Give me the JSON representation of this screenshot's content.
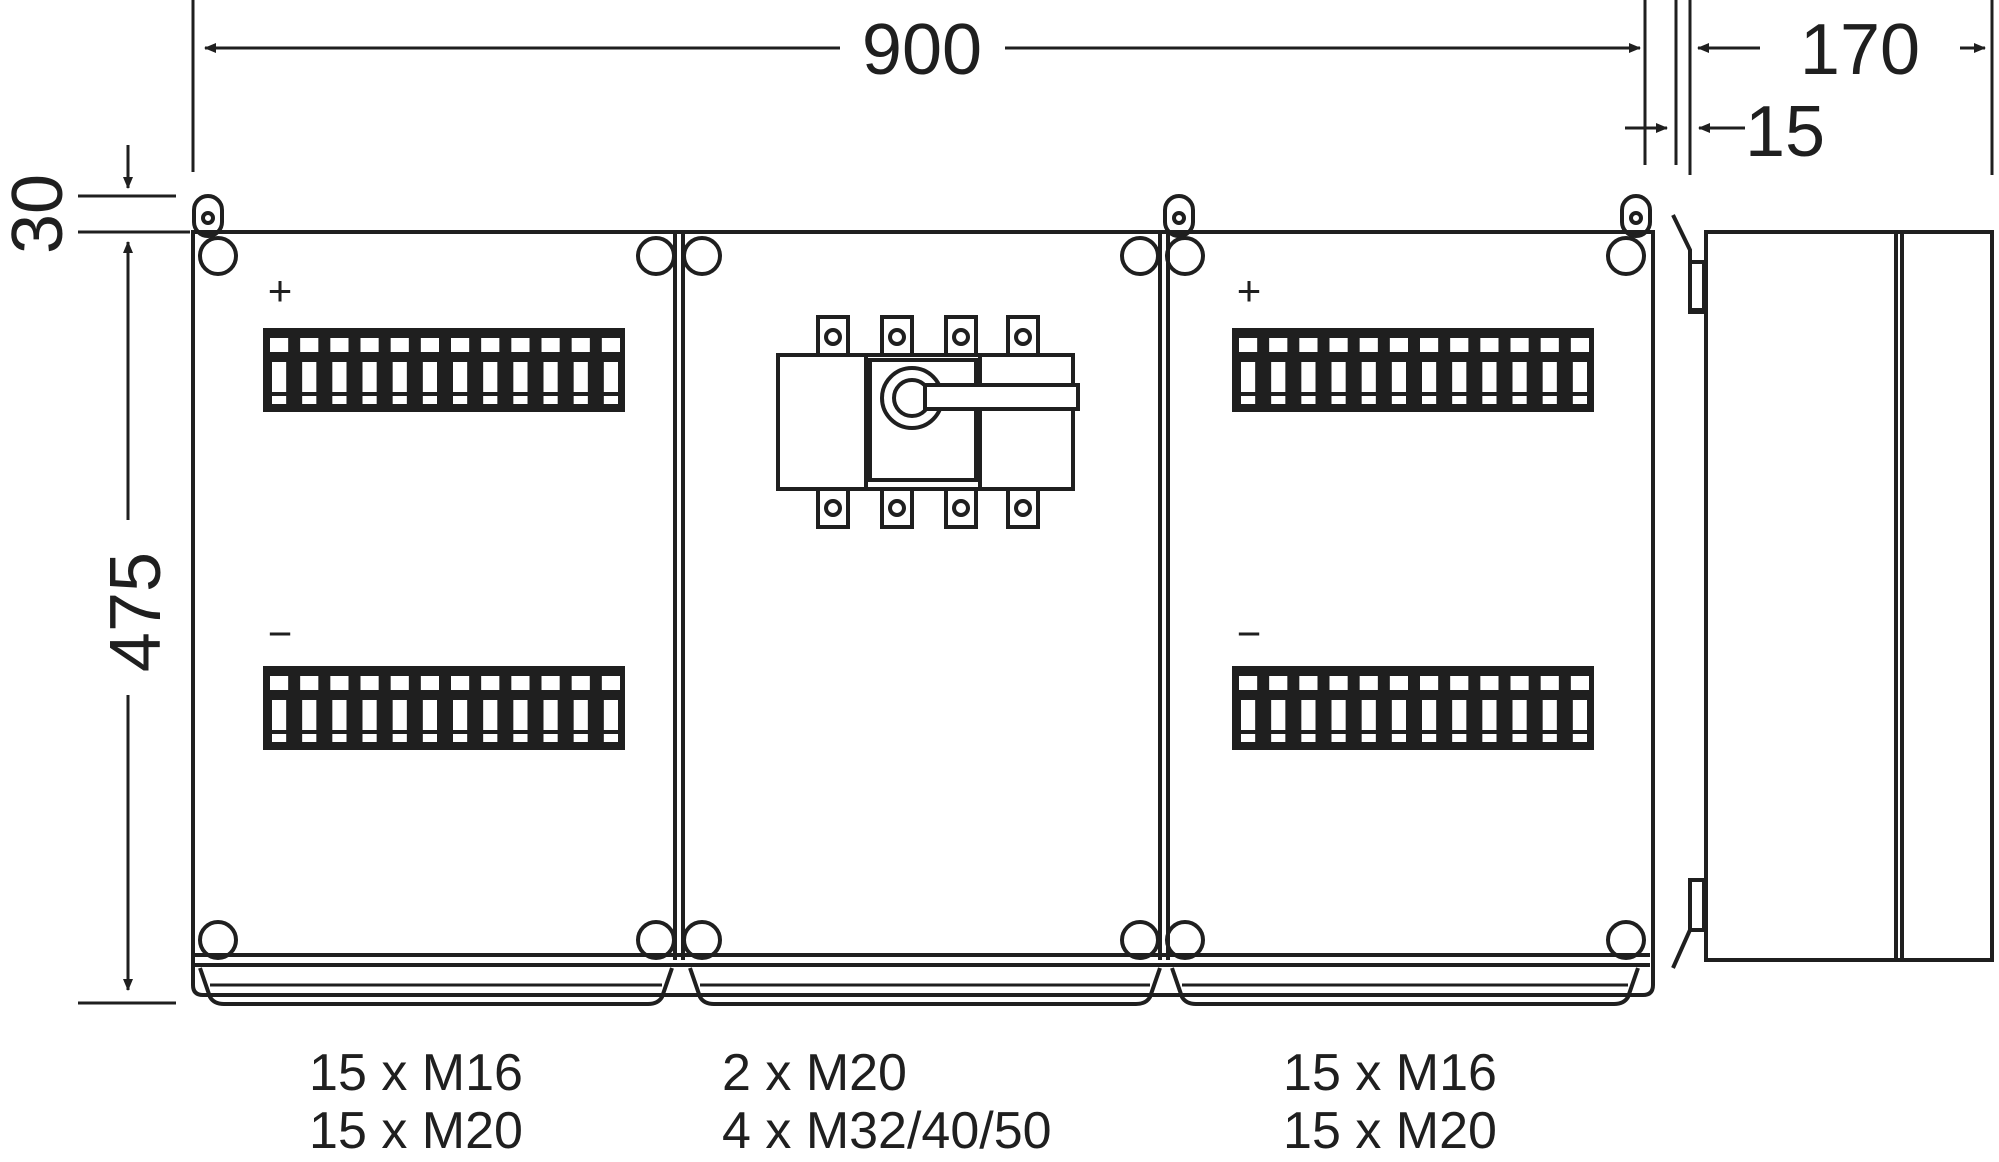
{
  "dimensions": {
    "width_total": "900",
    "depth": "170",
    "gap": "15",
    "top_offset": "30",
    "height": "475"
  },
  "panels": [
    {
      "id": "left",
      "type": "terminals",
      "plus": "+",
      "minus": "−",
      "glands": [
        "15 x M16",
        "15 x M20"
      ]
    },
    {
      "id": "middle",
      "type": "switch",
      "glands": [
        "2 x M20",
        "4 x M32/40/50"
      ]
    },
    {
      "id": "right",
      "type": "terminals",
      "plus": "+",
      "minus": "−",
      "glands": [
        "15 x M16",
        "15 x M20"
      ]
    }
  ],
  "terminal_block": {
    "count": 12
  },
  "colors": {
    "line": "#1f1f1f",
    "background": "#ffffff"
  }
}
